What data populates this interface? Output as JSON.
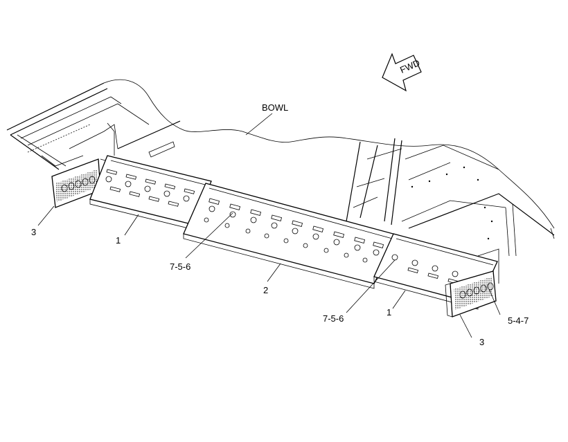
{
  "labels": {
    "bowl": "BOWL",
    "fwd": "FWD",
    "part_1_left": "1",
    "part_1_right": "1",
    "part_2": "2",
    "part_3_left": "3",
    "part_3_right": "3",
    "hardware_left": "7-5-6",
    "hardware_center": "7-5-6",
    "hardware_right": "5-4-7"
  }
}
